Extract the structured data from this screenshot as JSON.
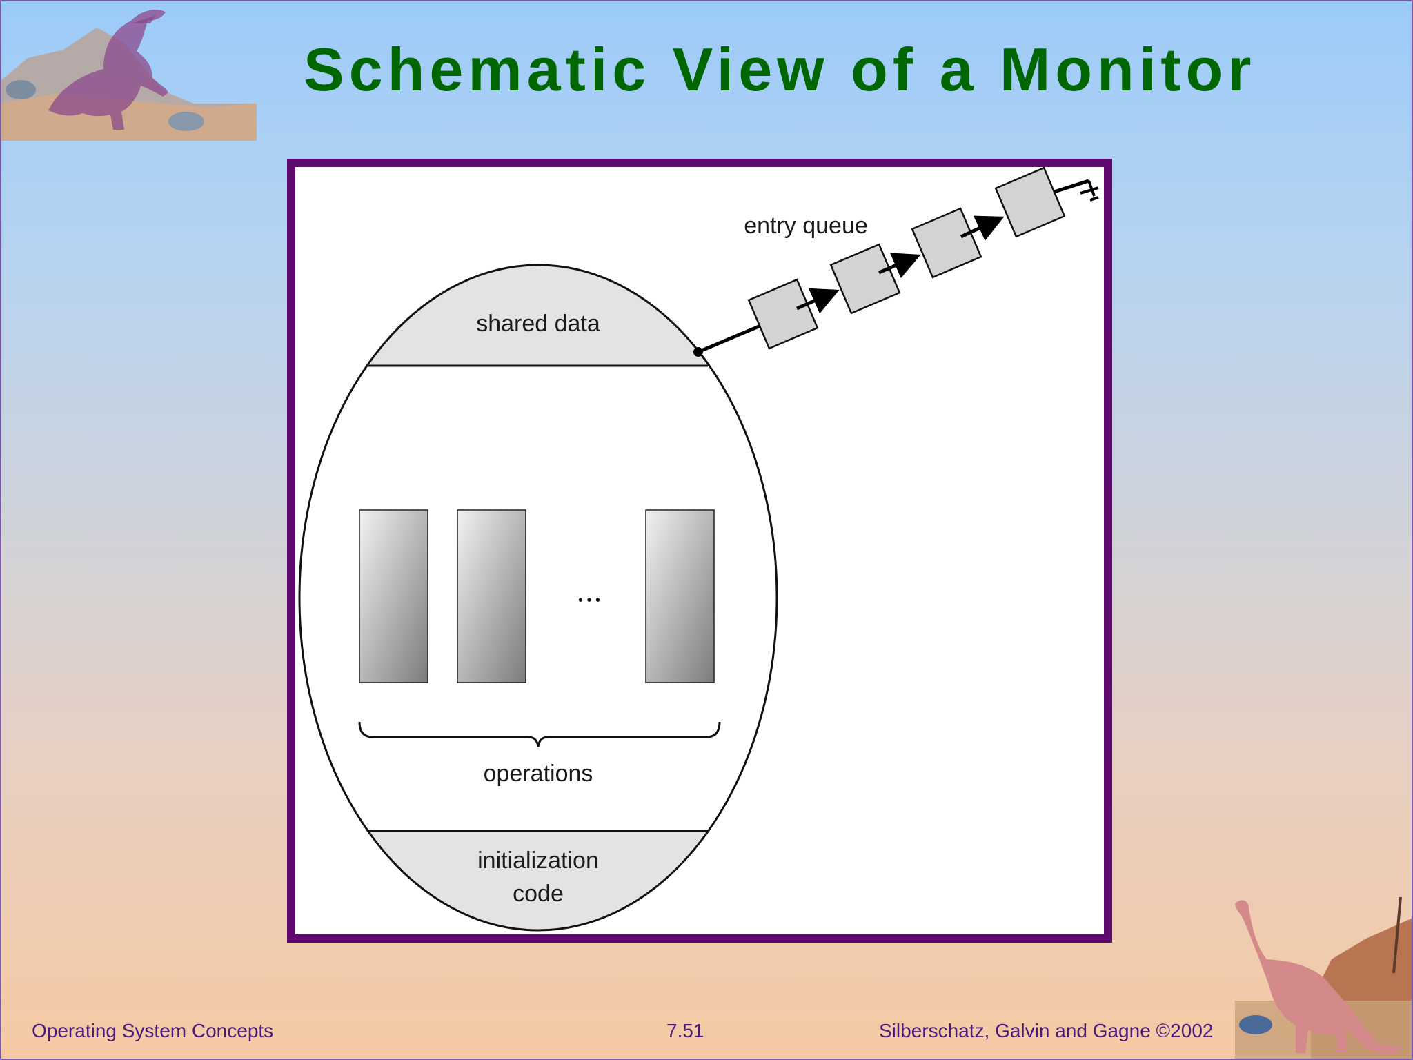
{
  "slide": {
    "title": "Schematic View of a Monitor",
    "footer_left": "Operating System Concepts",
    "footer_center": "7.51",
    "footer_right": "Silberschatz, Galvin and  Gagne ©2002"
  },
  "diagram": {
    "entry_queue_label": "entry queue",
    "shared_data_label": "shared data",
    "operations_label": "operations",
    "ellipsis": "• • •",
    "init_code_line1": "initialization",
    "init_code_line2": "code"
  },
  "colors": {
    "title": "#006600",
    "frame": "#5e0a6e",
    "footer_text": "#4b1a7a"
  }
}
